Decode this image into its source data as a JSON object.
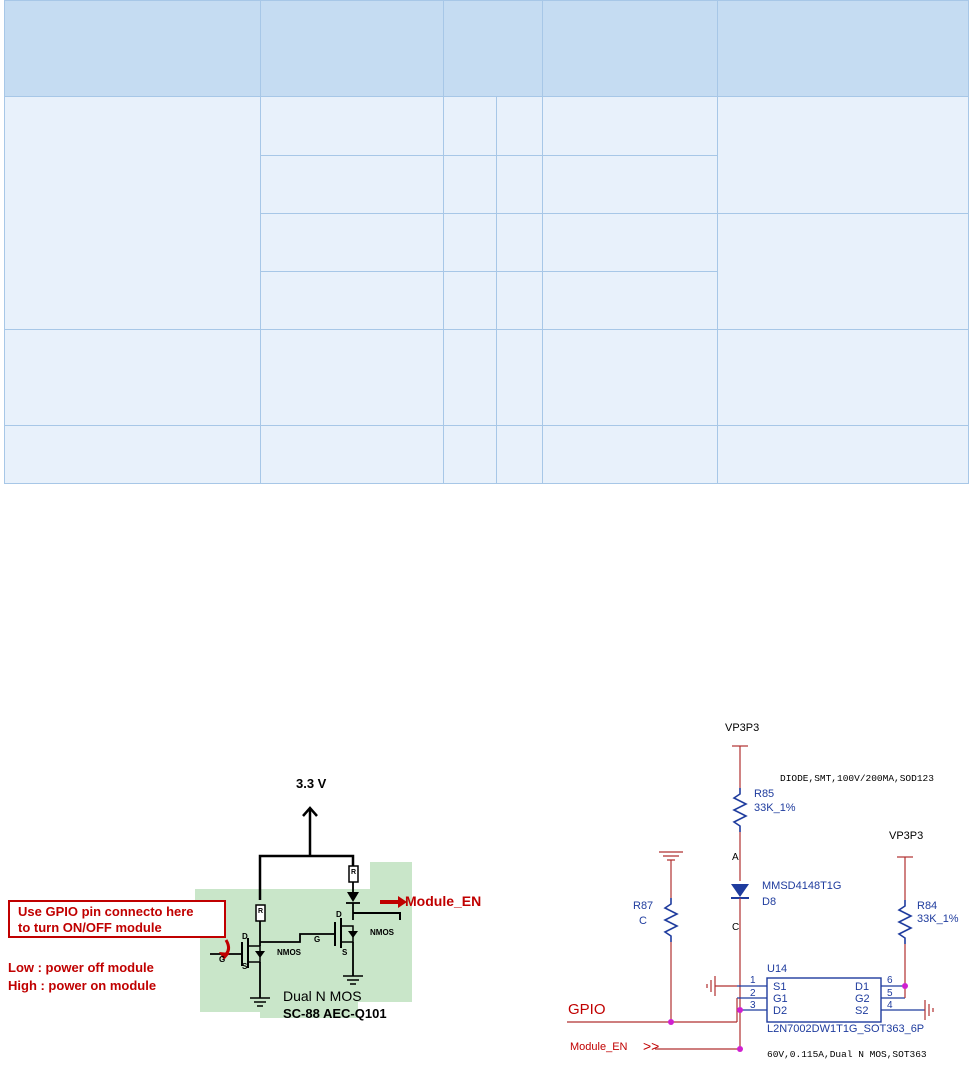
{
  "table": {
    "header": [
      "",
      "",
      "",
      "",
      ""
    ],
    "rows": [
      [
        "",
        "",
        "",
        "",
        "",
        ""
      ],
      [
        "",
        "",
        "",
        "",
        ""
      ],
      [
        "",
        "",
        "",
        "",
        ""
      ],
      [
        "",
        "",
        "",
        "",
        ""
      ],
      [
        "",
        "",
        "",
        "",
        ""
      ],
      [
        "",
        "",
        "",
        "",
        ""
      ]
    ]
  },
  "left_diagram": {
    "supply": "3.3 V",
    "output_net": "Module_EN",
    "callout_line1": "Use GPIO pin connecto here",
    "callout_line2": "to  turn ON/OFF module",
    "low_note": "Low : power off module",
    "high_note": "High : power on module",
    "part_title": "Dual N MOS",
    "part_package": "SC-88 AEC-Q101",
    "mos_label_1": "NMOS",
    "mos_label_2": "NMOS",
    "pin_d": "D",
    "pin_s": "S",
    "pin_g": "G",
    "resistor_mark": "R"
  },
  "schematic": {
    "rail_top": "VP3P3",
    "rail_right": "VP3P3",
    "diode_note": "DIODE,SMT,100V/200MA,SOD123",
    "r85_ref": "R85",
    "r85_val": "33K_1%",
    "r87_ref": "R87",
    "r87_val": "C",
    "r84_ref": "R84",
    "r84_val": "33K_1%",
    "anode": "A",
    "cathode": "C",
    "diode_part": "MMSD4148T1G",
    "diode_ref": "D8",
    "ic_ref": "U14",
    "ic_part": "L2N7002DW1T1G_SOT363_6P",
    "mos_note": "60V,0.115A,Dual N MOS,SOT363",
    "pins_left": [
      {
        "num": "1",
        "name": "S1"
      },
      {
        "num": "2",
        "name": "G1"
      },
      {
        "num": "3",
        "name": "D2"
      }
    ],
    "pins_right": [
      {
        "num": "6",
        "name": "D1"
      },
      {
        "num": "5",
        "name": "G2"
      },
      {
        "num": "4",
        "name": "S2"
      }
    ],
    "gpio_net": "GPIO",
    "module_en_net": "Module_EN",
    "arrow_glyph": ">>"
  },
  "colors": {
    "table_header": "#c5dcf2",
    "table_body": "#e8f1fb",
    "table_border": "#a7c7e7",
    "wire_red": "#b03030",
    "component_blue": "#1f3c9e",
    "junction_magenta": "#d020d0",
    "annotation_red": "#c00000",
    "board_green": "#c3e3c3"
  }
}
